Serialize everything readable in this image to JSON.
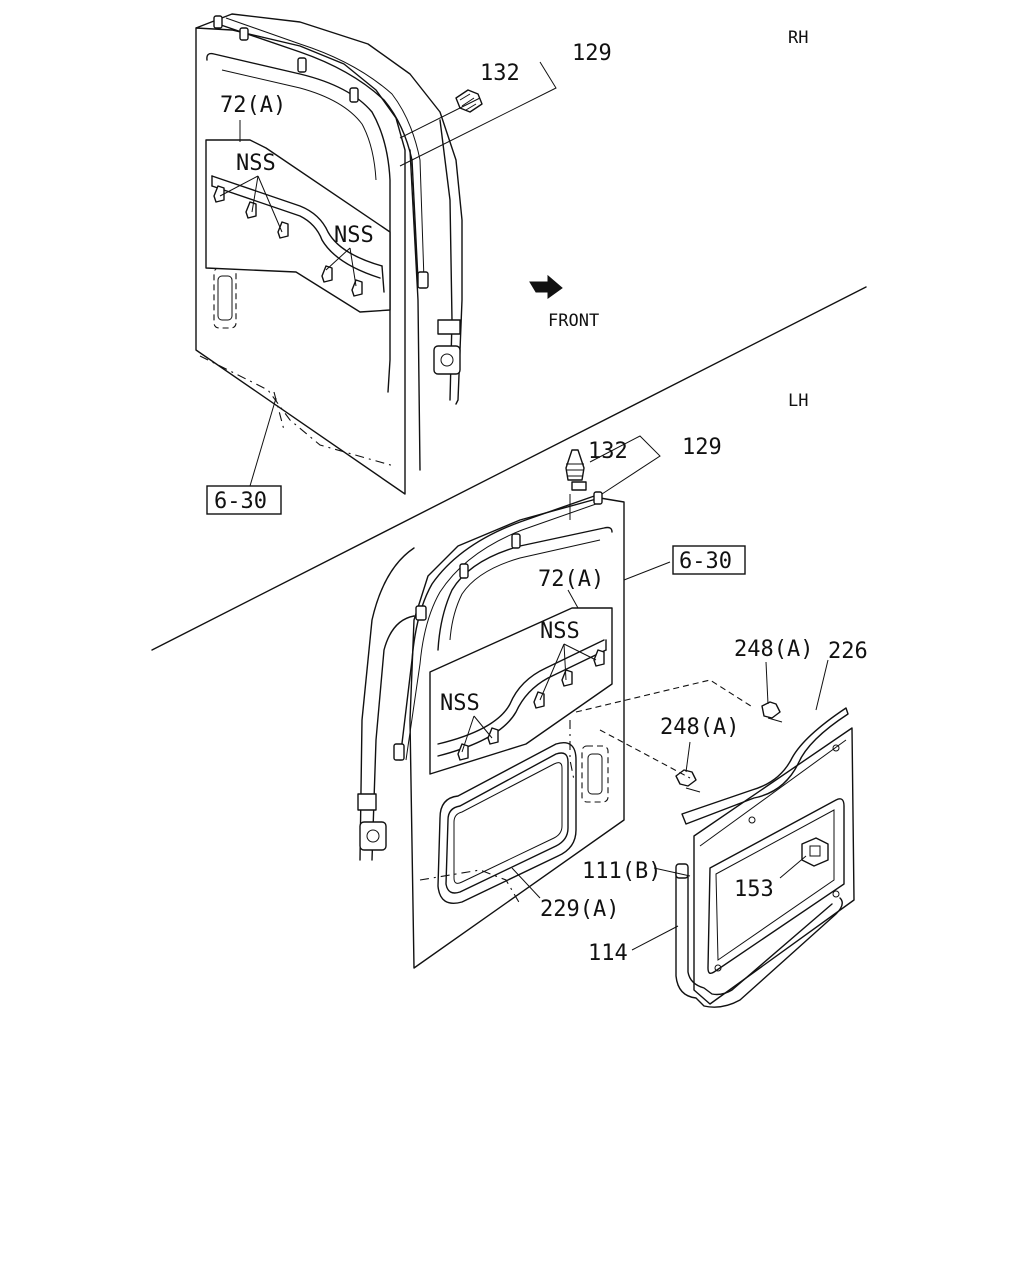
{
  "side_labels": {
    "rh": "RH",
    "lh": "LH"
  },
  "front_label": "FRONT",
  "rh_callouts": {
    "ref_box": "6-30",
    "part_132": "132",
    "part_129": "129",
    "part_72a": "72(A)",
    "nss_upper": "NSS",
    "nss_lower": "NSS"
  },
  "lh_callouts": {
    "ref_box": "6-30",
    "part_132": "132",
    "part_129": "129",
    "part_72a": "72(A)",
    "nss_upper": "NSS",
    "nss_lower": "NSS",
    "part_248a_top": "248(A)",
    "part_226": "226",
    "part_248a_mid": "248(A)",
    "part_111b": "111(B)",
    "part_153": "153",
    "part_229a": "229(A)",
    "part_114": "114"
  }
}
